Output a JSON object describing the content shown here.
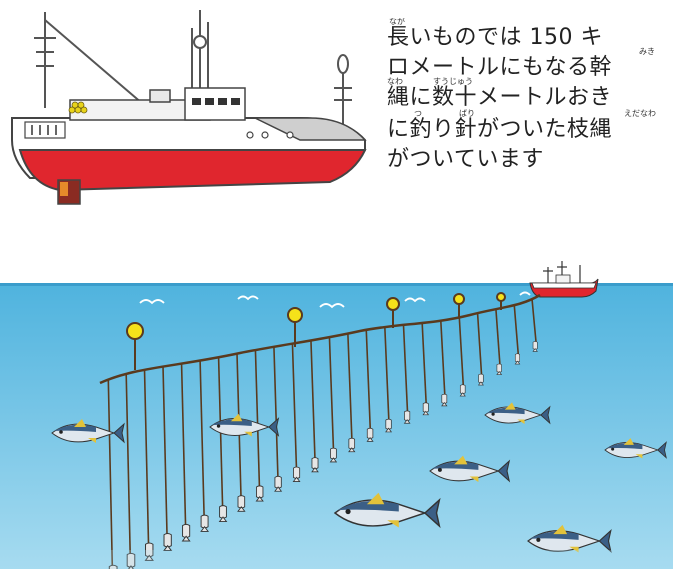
{
  "caption": {
    "lines": [
      "長いものでは 150 キ",
      "ロメートルにもなる幹",
      "縄に数十メートルおき",
      "に釣り針がついた枝縄",
      "がついています"
    ],
    "furigana": [
      {
        "text": "なが"
      },
      {
        "text": "みき"
      },
      {
        "text": "なわ"
      },
      {
        "text": "すうじゅう"
      },
      {
        "text": "つ"
      },
      {
        "text": "ばり"
      },
      {
        "text": "えだなわ"
      }
    ]
  },
  "colors": {
    "sea_top": "#4fb3de",
    "sea_bottom": "#9fd7ee",
    "hull_red": "#e0262e",
    "hull_white": "#ffffff",
    "buoy_yellow": "#f5e21a",
    "line_brown": "#5a3a1e"
  },
  "icons": [
    "ship-icon",
    "buoy-icon",
    "fish-icon",
    "bait-fish-icon",
    "wave-icon"
  ]
}
